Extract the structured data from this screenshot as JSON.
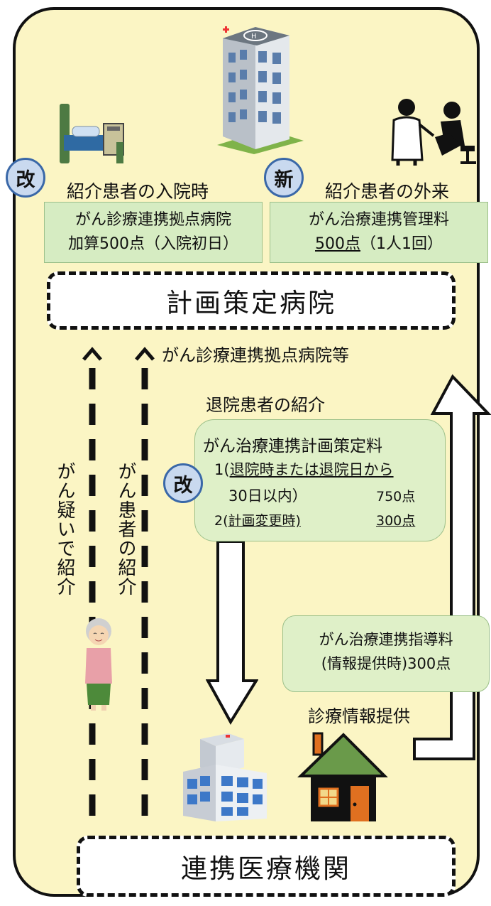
{
  "badges": {
    "revised": "改",
    "new": "新",
    "revised2": "改"
  },
  "admission": {
    "heading": "紹介患者の入院時",
    "box_line1": "がん診療連携拠点病院",
    "box_line2": "加算500点（入院初日）"
  },
  "outpatient": {
    "heading": "紹介患者の外来",
    "box_line1": "がん治療連携管理料",
    "box_points": "500点",
    "box_suffix": "（1人1回）"
  },
  "planning_hospital": {
    "label": "計画策定病院",
    "sublabel": "がん診療連携拠点病院等"
  },
  "discharge": {
    "heading": "退院患者の紹介",
    "title": "がん治療連携計画策定料",
    "item1_prefix": "1(",
    "item1_under": "退院時または退院日から",
    "item1_line2": "30日以内）",
    "item1_points": "750点",
    "item2_prefix": "2(",
    "item2_under": "計画変更時)",
    "item2_points": "300点"
  },
  "left_flows": {
    "suspected": "がん疑いで紹介",
    "patient": "がん患者の紹介"
  },
  "guidance": {
    "line1": "がん治療連携指導料",
    "line2": "(情報提供時)300点"
  },
  "info_provision": "診療情報提供",
  "partner": {
    "label": "連携医療機関"
  },
  "colors": {
    "background": "#fbf5c4",
    "box_green": "#d6ecc2",
    "badge_blue": "#c9d9ef",
    "badge_border": "#3a68a8"
  },
  "icons": [
    "hospital-bed-icon",
    "hospital-building-icon",
    "doctor-patient-icon",
    "elderly-woman-icon",
    "clinic-building-icon",
    "house-icon"
  ]
}
